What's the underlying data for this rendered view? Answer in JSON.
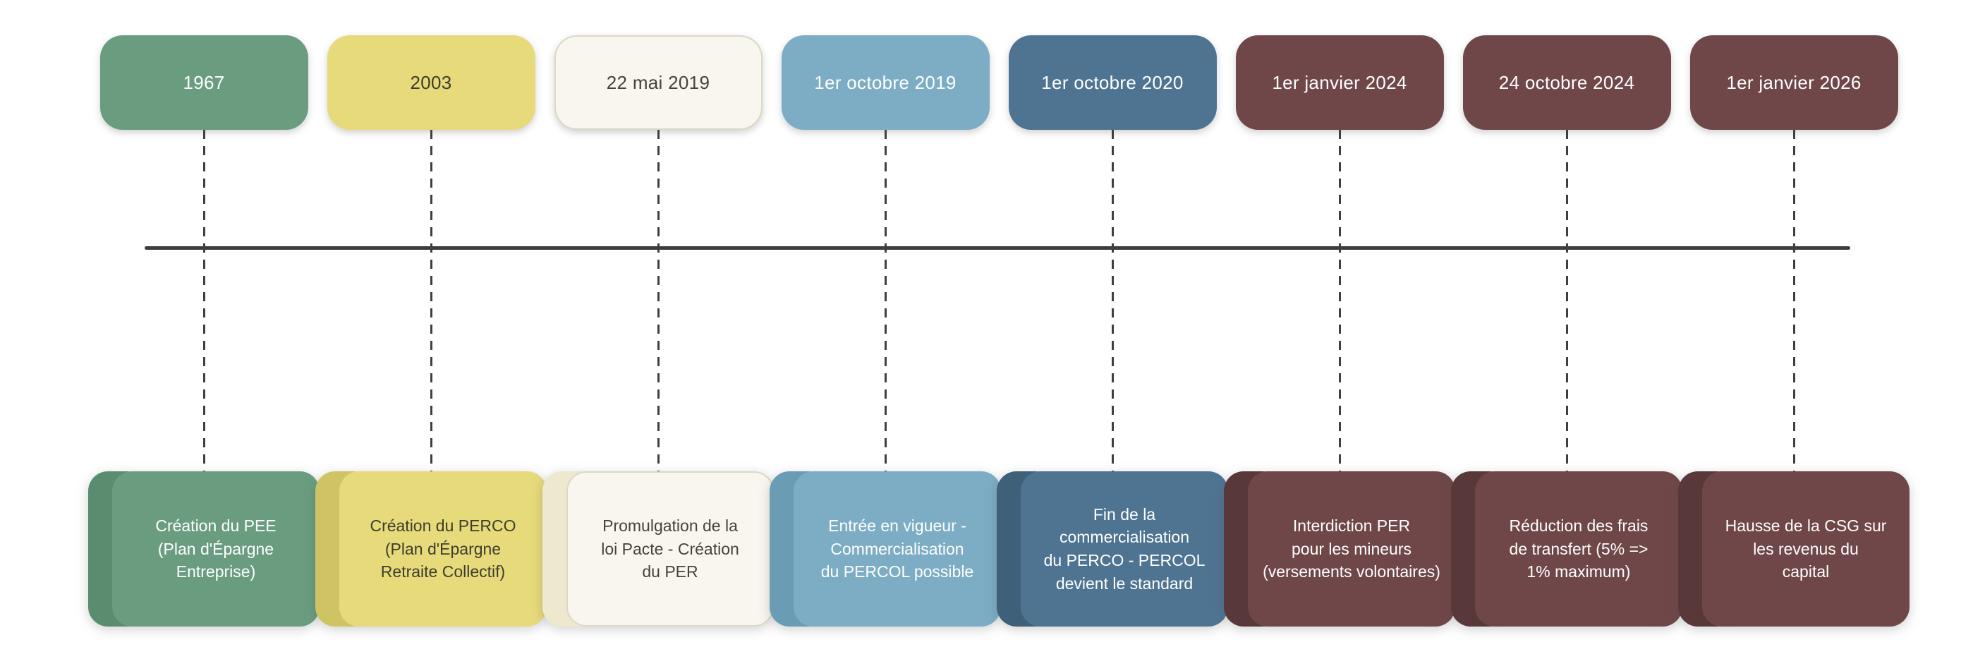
{
  "page": {
    "background_color": "#ffffff"
  },
  "axis": {
    "color": "#3d3d3d",
    "connector_color": "#3f3f3f"
  },
  "timeline": {
    "events": [
      {
        "date": "1967",
        "description": "Création du PEE\n(Plan d'Épargne\nEntreprise)",
        "color": "#6a9d80",
        "spine_color": "#5a8c6f",
        "text_color": "#ffffff",
        "border_color": "transparent"
      },
      {
        "date": "2003",
        "description": "Création du PERCO\n(Plan d'Épargne\nRetraite Collectif)",
        "color": "#e6da7b",
        "spine_color": "#cfc463",
        "text_color": "#3e3d2c",
        "border_color": "transparent"
      },
      {
        "date": "22 mai 2019",
        "description": "Promulgation de la\nloi Pacte - Création\ndu PER",
        "color": "#f8f6ee",
        "spine_color": "#eee8cf",
        "text_color": "#45443c",
        "border_color": "#dcd8c5"
      },
      {
        "date": "1er octobre 2019",
        "description": "Entrée en vigueur -\nCommercialisation\ndu PERCOL possible",
        "color": "#7cadc4",
        "spine_color": "#6a9cb5",
        "text_color": "#ffffff",
        "border_color": "transparent"
      },
      {
        "date": "1er octobre 2020",
        "description": "Fin de la\ncommercialisation\ndu PERCO - PERCOL\ndevient le standard",
        "color": "#4f7492",
        "spine_color": "#3f6079",
        "text_color": "#ffffff",
        "border_color": "transparent"
      },
      {
        "date": "1er janvier 2024",
        "description": "Interdiction PER\npour les mineurs\n(versements volontaires)",
        "color": "#6f4748",
        "spine_color": "#59383a",
        "text_color": "#ffffff",
        "border_color": "transparent"
      },
      {
        "date": "24 octobre 2024",
        "description": "Réduction des frais\nde transfert (5% =>\n1% maximum)",
        "color": "#6f4748",
        "spine_color": "#59383a",
        "text_color": "#ffffff",
        "border_color": "transparent"
      },
      {
        "date": "1er janvier 2026",
        "description": "Hausse de la CSG sur\nles revenus du\ncapital",
        "color": "#6f4748",
        "spine_color": "#59383a",
        "text_color": "#ffffff",
        "border_color": "transparent"
      }
    ]
  }
}
